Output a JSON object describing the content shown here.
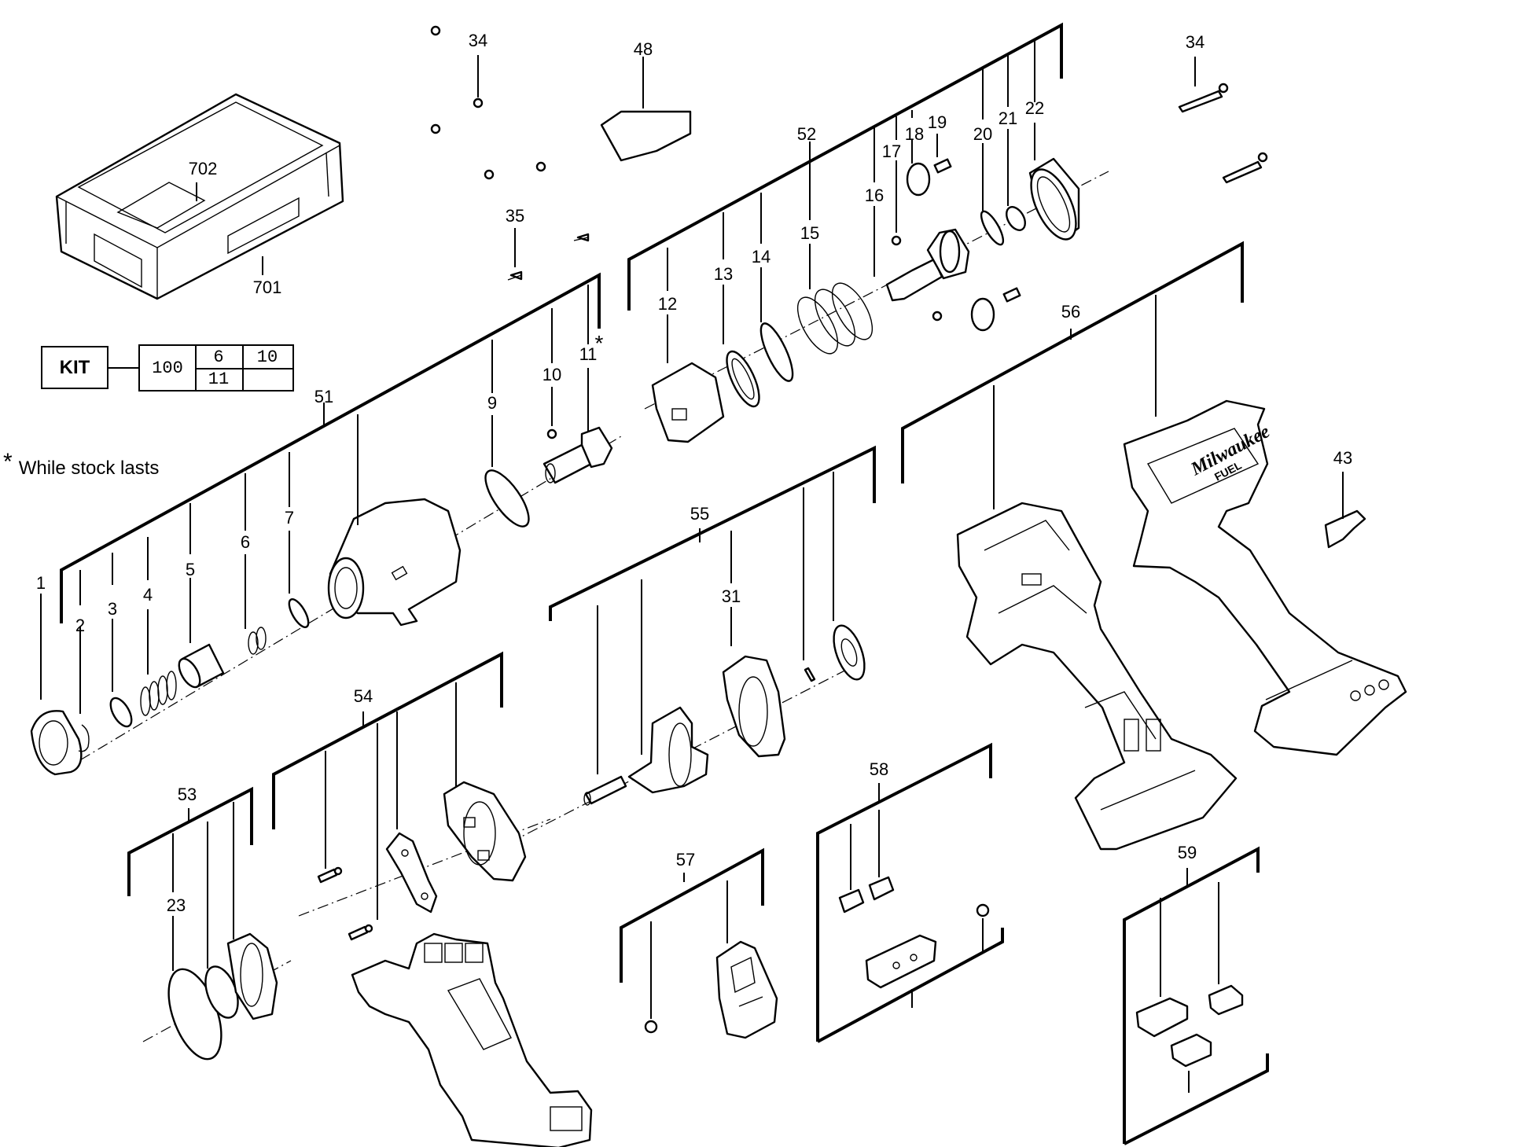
{
  "kit": {
    "label": "KIT",
    "main_number": "100",
    "items": [
      "6",
      "10",
      "11"
    ]
  },
  "footnote": {
    "symbol": "*",
    "text": "While stock lasts"
  },
  "star_marker": "*",
  "callouts": {
    "c1": "1",
    "c2": "2",
    "c3": "3",
    "c4": "4",
    "c5": "5",
    "c6": "6",
    "c7": "7",
    "c9": "9",
    "c10": "10",
    "c11": "11",
    "c12": "12",
    "c13": "13",
    "c14": "14",
    "c15": "15",
    "c16": "16",
    "c17": "17",
    "c18": "18",
    "c19": "19",
    "c20": "20",
    "c21": "21",
    "c22": "22",
    "c23": "23",
    "c31": "31",
    "c34a": "34",
    "c34b": "34",
    "c35": "35",
    "c43": "43",
    "c48": "48",
    "c51": "51",
    "c52": "52",
    "c53": "53",
    "c54": "54",
    "c55": "55",
    "c56": "56",
    "c57": "57",
    "c58": "58",
    "c59": "59",
    "c701": "701",
    "c702": "702"
  },
  "housing_logo": "Milwaukee",
  "housing_badge": "FUEL"
}
